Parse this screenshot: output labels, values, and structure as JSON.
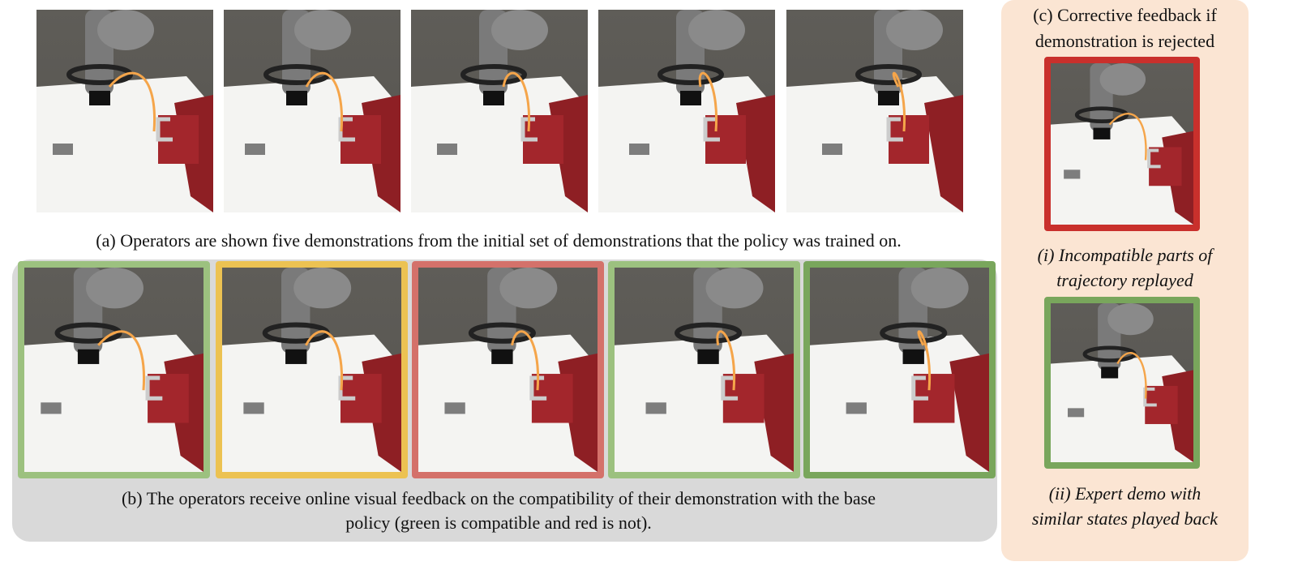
{
  "captions": {
    "a": "(a) Operators are shown five demonstrations from the initial set of demonstrations that the policy was trained on.",
    "b_line1": "(b) The operators receive online visual feedback on the compatibility of their demonstration with the base",
    "b_line2": "policy (green is compatible and red is not).",
    "c_line1": "(c) Corrective feedback if",
    "c_line2": "demonstration is rejected",
    "i_line1": "(i) Incompatible parts of",
    "i_line2": "trajectory replayed",
    "ii_line1": "(ii) Expert demo with",
    "ii_line2": "similar states played back"
  },
  "colors": {
    "compatible": "#9cc17f",
    "borderline": "#ecc252",
    "incompatible": "#d4716a",
    "compatible_strong": "#79a65c",
    "rejected": "#c9302c",
    "gray_panel": "#d9d9d9",
    "peach_panel": "#fbe5d3",
    "trajectory": "#f5a54a"
  },
  "feedback_frames": [
    "compatible",
    "borderline",
    "incompatible",
    "compatible",
    "compatible_strong"
  ]
}
